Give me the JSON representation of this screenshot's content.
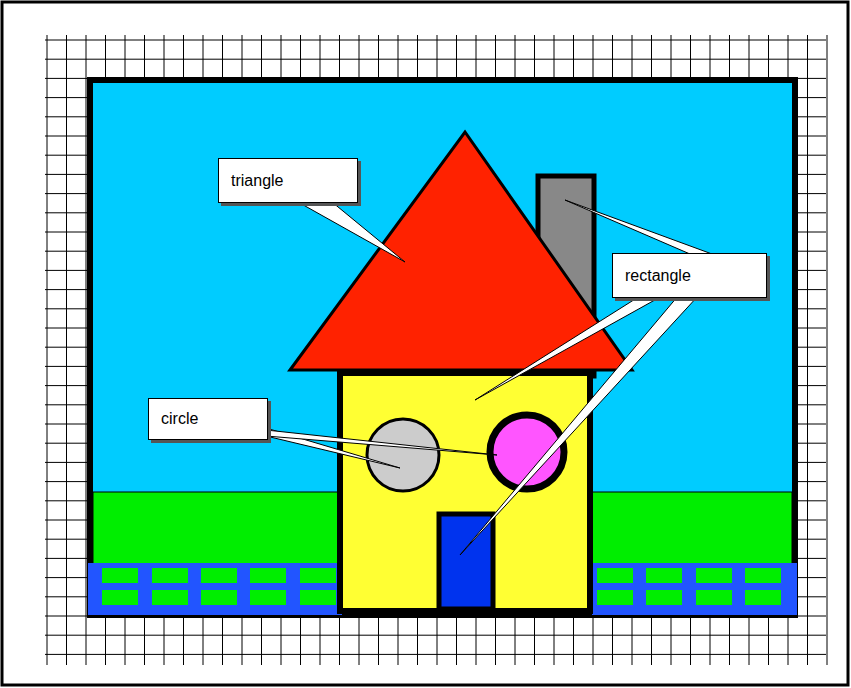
{
  "diagram": {
    "nodes": [
      {
        "text": [
          "triangle"
        ]
      },
      {
        "text": [
          "rectangle"
        ]
      },
      {
        "text": [
          "circle"
        ]
      }
    ]
  }
}
